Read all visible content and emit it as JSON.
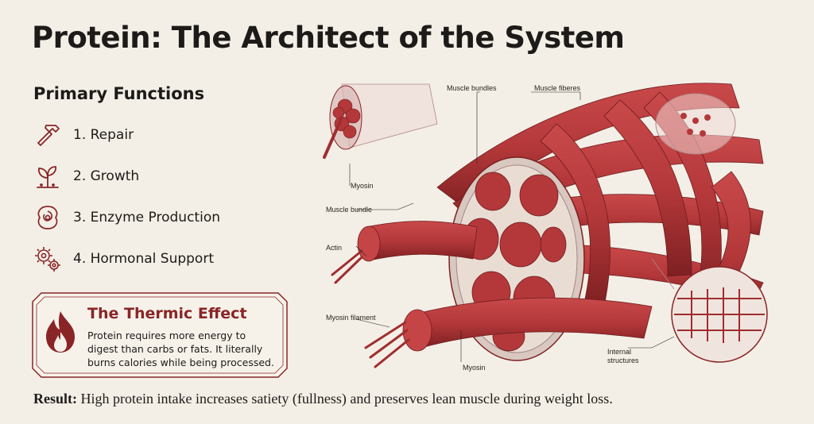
{
  "title": "Protein: The Architect of the System",
  "primary_functions": {
    "heading": "Primary Functions",
    "items": [
      {
        "label": "1. Repair",
        "icon": "hammer-icon"
      },
      {
        "label": "2. Growth",
        "icon": "sprout-icon"
      },
      {
        "label": "3. Enzyme Production",
        "icon": "enzyme-icon"
      },
      {
        "label": "4. Hormonal Support",
        "icon": "gears-icon"
      }
    ]
  },
  "thermic_effect": {
    "title": "The Thermic Effect",
    "body": "Protein requires more energy to digest than carbs or fats. It literally burns calories while being processed.",
    "icon": "flame-icon"
  },
  "result": {
    "label": "Result:",
    "text": " High protein intake increases satiety (fullness) and preserves lean muscle during weight loss."
  },
  "diagram_labels": {
    "muscle_bundles": "Muscle bundles",
    "muscle_fibres": "Muscle fiberes",
    "myosin_top": "Myosin",
    "muscle_bundle": "Muscle bundle",
    "actin": "Actin",
    "myosin_filament": "Myosin filament",
    "myosin_bottom": "Myosin",
    "internal_structures": "Internal structures"
  },
  "colors": {
    "accent": "#8a2527",
    "muscle": "#b4383a",
    "muscle_dark": "#7e2022",
    "background": "#f3efe6"
  }
}
